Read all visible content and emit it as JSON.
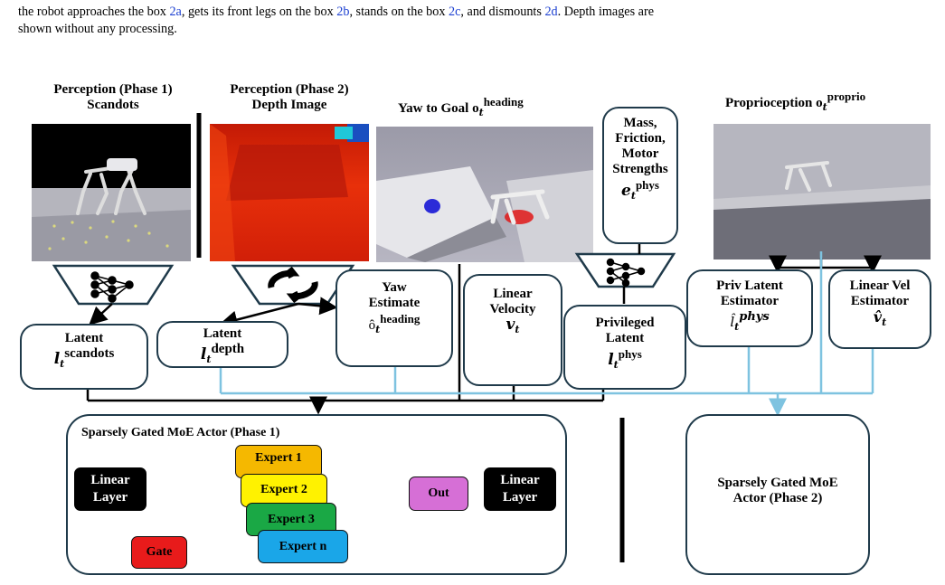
{
  "caption": {
    "line1_prefix": "the robot approaches the box ",
    "ref_a": "2a",
    "line1_mid1": ", gets its front legs on the box ",
    "ref_b": "2b",
    "line1_mid2": ", stands on the box ",
    "ref_c": "2c",
    "line1_mid3": ", and dismounts ",
    "ref_d": "2d",
    "line1_suffix": ". Depth images are",
    "line2": "shown without any processing."
  },
  "perception": {
    "phase1_title": "Perception (Phase 1)",
    "phase1_sub": "Scandots",
    "phase2_title": "Perception (Phase 2)",
    "phase2_sub": "Depth Image"
  },
  "yaw_goal": {
    "label": "Yaw to Goal o",
    "sub": "t",
    "sup": "heading"
  },
  "proprio": {
    "label": "Proprioception o",
    "sub": "t",
    "sup": "proprio"
  },
  "mass_box": {
    "l1": "Mass,",
    "l2": "Friction,",
    "l3": "Motor",
    "l4": "Strengths",
    "sym": "e",
    "sub": "t",
    "sup": "phys"
  },
  "yaw_est": {
    "l1": "Yaw",
    "l2": "Estimate",
    "sym": "ô",
    "sub": "t",
    "sup": "heading"
  },
  "lin_vel": {
    "l1": "Linear",
    "l2": "Velocity",
    "sym": "v",
    "sub": "t"
  },
  "priv_latent": {
    "l1": "Privileged",
    "l2": "Latent",
    "sym": "l",
    "sub": "t",
    "sup": "phys"
  },
  "priv_est": {
    "l1": "Priv Latent",
    "l2": "Estimator",
    "sym": "l̂",
    "sub": "t",
    "sup": "phys"
  },
  "linvel_est": {
    "l1": "Linear Vel",
    "l2": "Estimator",
    "sym": "v̂",
    "sub": "t"
  },
  "latent_scan": {
    "l1": "Latent",
    "sym": "l",
    "sub": "t",
    "sup": "scandots"
  },
  "latent_depth": {
    "l1": "Latent",
    "sym": "l",
    "sub": "t",
    "sup": "depth"
  },
  "moe1": {
    "title": "Sparsely Gated MoE Actor (Phase 1)",
    "linear_in": "Linear Layer",
    "gate": "Gate",
    "experts": [
      "Expert 1",
      "Expert 2",
      "Expert 3",
      "Expert n"
    ],
    "out": "Out",
    "linear_out": "Linear Layer"
  },
  "moe2": {
    "title_l1": "Sparsely Gated MoE",
    "title_l2": "Actor (Phase 2)"
  },
  "colors": {
    "border": "#1f3a4a",
    "light_blue": "#7ec3e0",
    "expert1": "#f5b800",
    "expert2": "#fff200",
    "expert3": "#1aa845",
    "expertn": "#1aa6e8",
    "out": "#d66fd6",
    "gate": "#e81b1b",
    "linear": "#000000"
  }
}
